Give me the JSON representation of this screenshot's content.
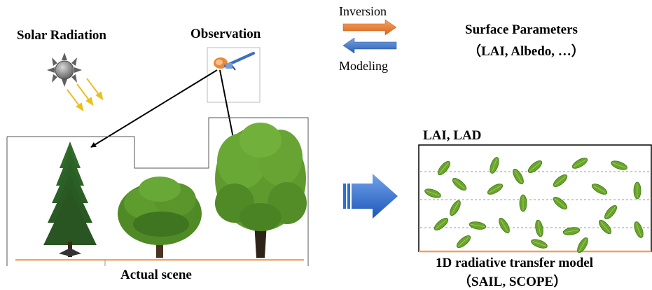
{
  "labels": {
    "solar_radiation": "Solar Radiation",
    "observation": "Observation",
    "inversion": "Inversion",
    "modeling": "Modeling",
    "surface_parameters_title": "Surface Parameters",
    "surface_parameters_list": "（LAI, Albedo, …）",
    "lai_lad": "LAI, LAD",
    "actual_scene": "Actual scene",
    "rt_model_title": "1D radiative transfer model",
    "rt_model_list": "（SAIL, SCOPE）"
  },
  "icons": {
    "sun": "sun-icon",
    "satellite": "satellite-icon",
    "inversion_arrow": "right-arrow-icon",
    "modeling_arrow": "left-arrow-icon",
    "transform_arrow": "big-right-arrow-icon",
    "conifer": "conifer-tree-icon",
    "shrub": "round-tree-icon",
    "broadleaf": "broadleaf-tree-icon",
    "leaf": "leaf-icon"
  },
  "colors": {
    "inversion_arrow": "#e87a2e",
    "modeling_arrow": "#3f78c8",
    "ground_line": "#f0a060",
    "leaf": "#6aa52a",
    "big_arrow": "#2f6fd0",
    "sun_rays": "#e8c020"
  }
}
